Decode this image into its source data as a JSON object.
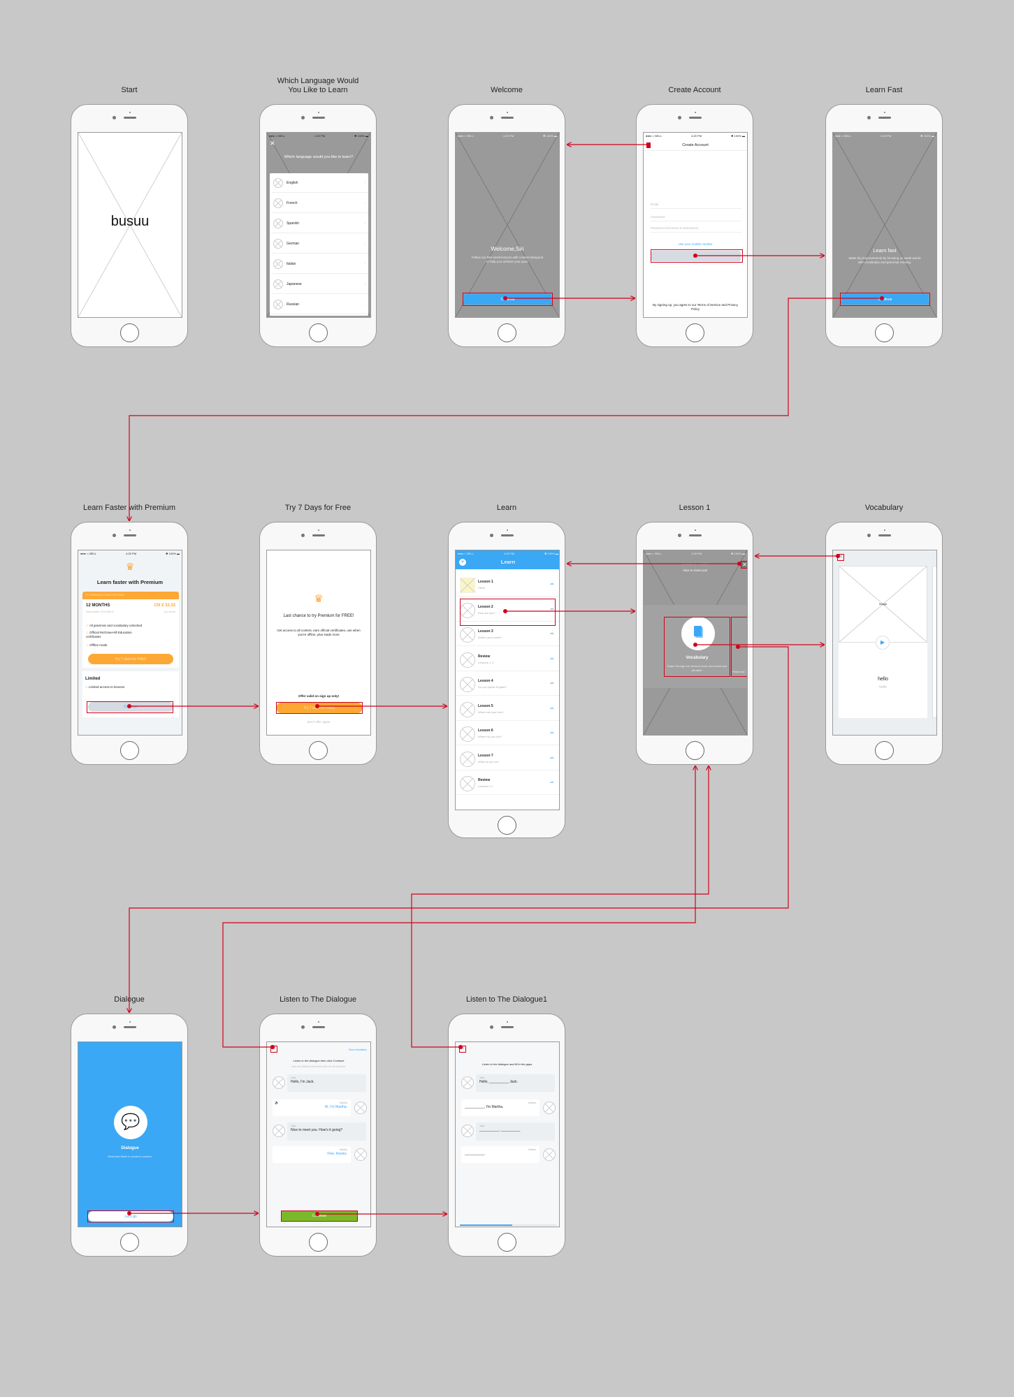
{
  "status_bar": {
    "carrier": "●●●○○ BELL",
    "time": "4:20 PM",
    "battery": "✱ 100% ▬"
  },
  "colors": {
    "background": "#c8c8c8",
    "blue": "#3aa8f5",
    "orange": "#fda835",
    "green": "#7ab929",
    "connector": "#d0021b",
    "placeholder_gray": "#9a9a9a"
  },
  "screens": {
    "start": {
      "title": "Start",
      "logo": "busuu"
    },
    "language": {
      "title": "Which Language Would You Like to Learn",
      "prompt": "Which language would you like to learn?",
      "options": [
        "English",
        "French",
        "Spanish",
        "German",
        "Italian",
        "Japanese",
        "Russian"
      ]
    },
    "welcome": {
      "title": "Welcome",
      "heading": "Welcome,Siri",
      "body": "Follow our bite-sized lessons with content designed to help you achieve your goal.",
      "button": "Continue"
    },
    "create_account": {
      "title": "Create Account",
      "header": "Create Account",
      "email_placeholder": "Email",
      "username_placeholder": "Username",
      "password_placeholder": "Password (minimum 6 characters)",
      "mobile_link": "Use your mobile number",
      "terms": "By signing up, you agree to our Terms of Service and Privacy Policy"
    },
    "learn_fast": {
      "title": "Learn Fast",
      "heading": "Learn fast",
      "body": "Make big improvements by focusing on weak words with vocabulary and grammar training.",
      "button": "Continue"
    },
    "premium": {
      "title": "Learn Faster with Premium",
      "heading": "Learn faster with Premium",
      "banner": "TRY PREMIUM 7 DAYS FOR FREE",
      "plan": "12 MONTHS",
      "price": "CN ¥ 32.33",
      "subscription": "Subscription CN ¥ 388.00",
      "per": "per month",
      "features": [
        "All grammar and vocabulary unlocked",
        "Official McGraw-Hill Education certificates",
        "Offline mode"
      ],
      "trial_button": "Try 7 days for FREE",
      "limited_heading": "Limited",
      "limited_feature": "Limited access to lessons",
      "continue_button": "Continue"
    },
    "try_free": {
      "title": "Try 7 Days for Free",
      "heading": "Last chance to try Premium for FREE!",
      "body": "Get access to all content, earn official certificates, use when you're offline, plus loads more",
      "offer": "Offer valid on sign up only!",
      "button": "Try 7 days for FREE",
      "decline": "Don't offer again"
    },
    "learn": {
      "title": "Learn",
      "header": "Learn",
      "lessons": [
        {
          "name": "Lesson 1",
          "subtitle": "Hello!"
        },
        {
          "name": "Lesson 2",
          "subtitle": "How are you?"
        },
        {
          "name": "Lesson 3",
          "subtitle": "What's your name?"
        },
        {
          "name": "Review",
          "subtitle": "Lessons 1-3"
        },
        {
          "name": "Lesson 4",
          "subtitle": "Do you speak English?"
        },
        {
          "name": "Lesson 5",
          "subtitle": "Where are you from?"
        },
        {
          "name": "Lesson 6",
          "subtitle": "Where do you live?"
        },
        {
          "name": "Lesson 7",
          "subtitle": "What do you do?"
        },
        {
          "name": "Review",
          "subtitle": "Lessons 4-7"
        }
      ]
    },
    "lesson1": {
      "title": "Lesson 1",
      "header": "Lesson 1 · Hello!",
      "subheader": "Nice to meet you!",
      "card_title": "Vocabulary",
      "card_body": "Swipe through the cards to learn new words and phrases.",
      "next_card": "Read and"
    },
    "vocabulary": {
      "title": "Vocabulary",
      "image_label": "Image",
      "word": "hello",
      "translation": "hello"
    },
    "dialogue": {
      "title": "Dialogue",
      "heading": "Dialogue",
      "body": "Read and listen to words in context.",
      "button": "Let's go"
    },
    "listen": {
      "title": "Listen to The Dialogue",
      "show_translation": "Show translation",
      "instruction": "Listen to the dialogue then click Continue",
      "context": "Jack and Martha meet each other for the first time.",
      "lines": [
        {
          "speaker": "Jack",
          "text": "Hello, I'm Jack."
        },
        {
          "speaker": "Martha",
          "text": "Hi, I'm Martha."
        },
        {
          "speaker": "Jack",
          "text": "Nice to meet you. How's it going?"
        },
        {
          "speaker": "Martha",
          "text": "Fine, thanks."
        }
      ],
      "button": "Continue"
    },
    "listen_fill": {
      "title": "Listen to The Dialogue1",
      "instruction": "Listen to the dialogue and fill in the gaps.",
      "lines": [
        {
          "speaker": "Jack",
          "text": "Hello, __________ Jack."
        },
        {
          "speaker": "Martha",
          "text": "__________, I'm Martha."
        },
        {
          "speaker": "Jack",
          "text": "__________, __________"
        },
        {
          "speaker": "Martha",
          "text": "__________."
        }
      ],
      "progress": 0.54
    }
  }
}
